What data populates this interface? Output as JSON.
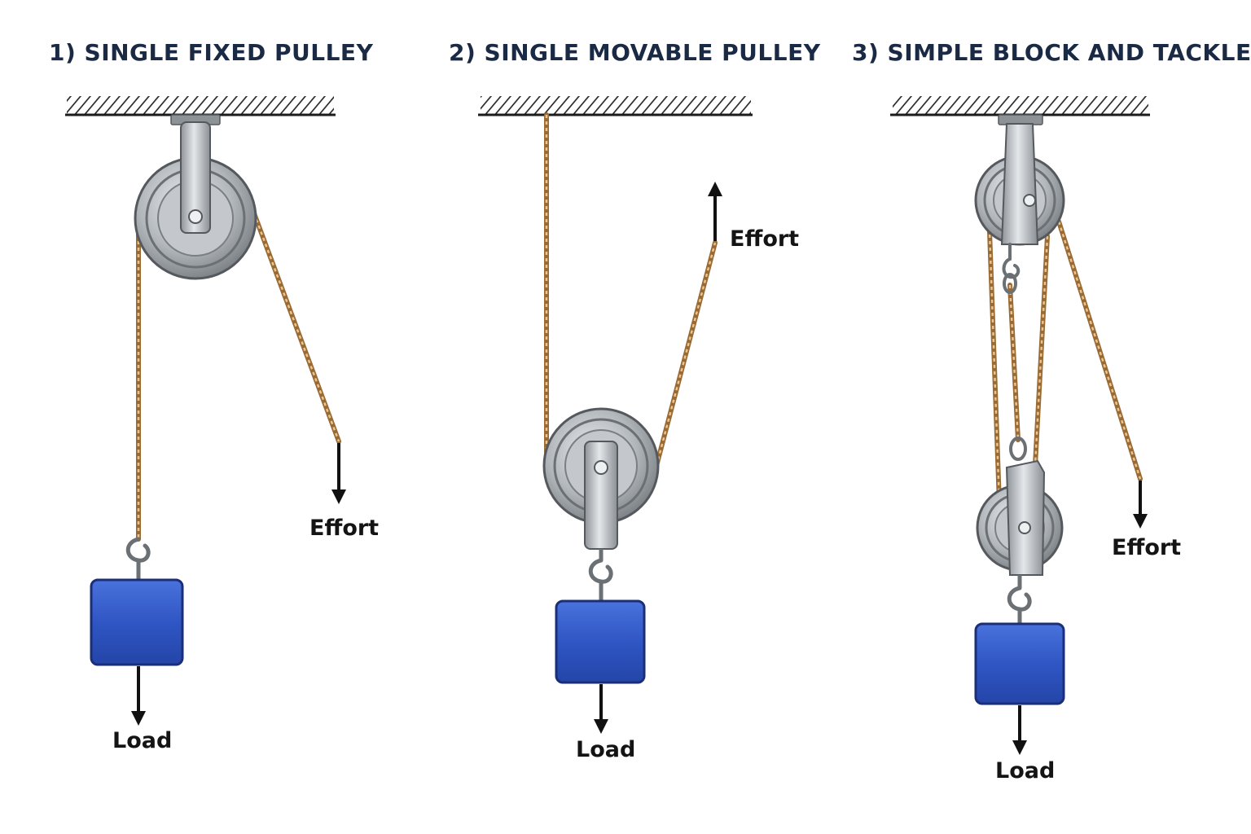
{
  "colors": {
    "title": "#1b2a44",
    "rope": "#c08a4c",
    "rope_light": "#e9c48e",
    "steel": "#9ea3a8",
    "steel_dark": "#5f6469",
    "load": "#2f56c4",
    "load_dark": "#1a3a9c",
    "arrow": "#111111"
  },
  "panels": [
    {
      "title": "1) SINGLE FIXED PULLEY",
      "effort_label": "Effort",
      "load_label": "Load"
    },
    {
      "title": "2) SINGLE MOVABLE PULLEY",
      "effort_label": "Effort",
      "load_label": "Load"
    },
    {
      "title": "3) SIMPLE BLOCK AND TACKLE",
      "effort_label": "Effort",
      "load_label": "Load"
    }
  ]
}
